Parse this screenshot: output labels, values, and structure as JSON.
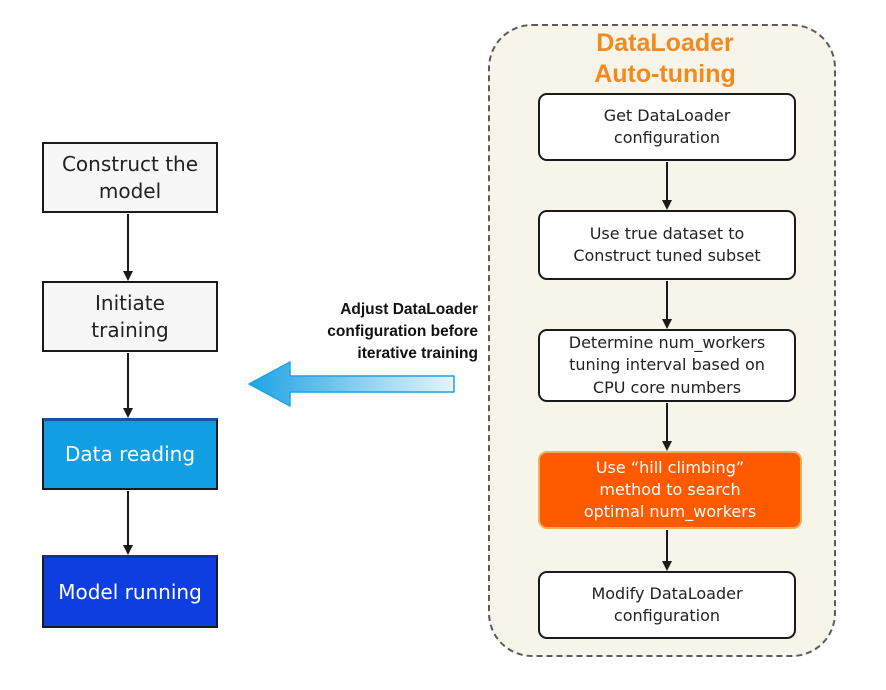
{
  "left_flow": {
    "construct": "Construct the\nmodel",
    "initiate": "Initiate\ntraining",
    "data_reading": "Data reading",
    "model_running": "Model running"
  },
  "transfer_arrow": {
    "label": "Adjust DataLoader\nconfiguration before\niterative training"
  },
  "autotune_panel": {
    "title": "DataLoader\nAuto-tuning",
    "steps": [
      "Get DataLoader\nconfiguration",
      "Use true dataset to\nConstruct tuned subset",
      "Determine num_workers\ntuning interval based on\nCPU core numbers",
      "Use “hill climbing”\nmethod to search\noptimal num_workers",
      "Modify DataLoader\nconfiguration"
    ]
  },
  "colors": {
    "title_orange": "#f28a1e",
    "data_reading_fill": "#119ee2",
    "model_running_fill": "#0d3fe0",
    "highlight_step_fill": "#ff5a00",
    "panel_fill": "#f7f4ea",
    "big_arrow_light": "#e6f5fc",
    "big_arrow_dark": "#1ea3e4"
  }
}
